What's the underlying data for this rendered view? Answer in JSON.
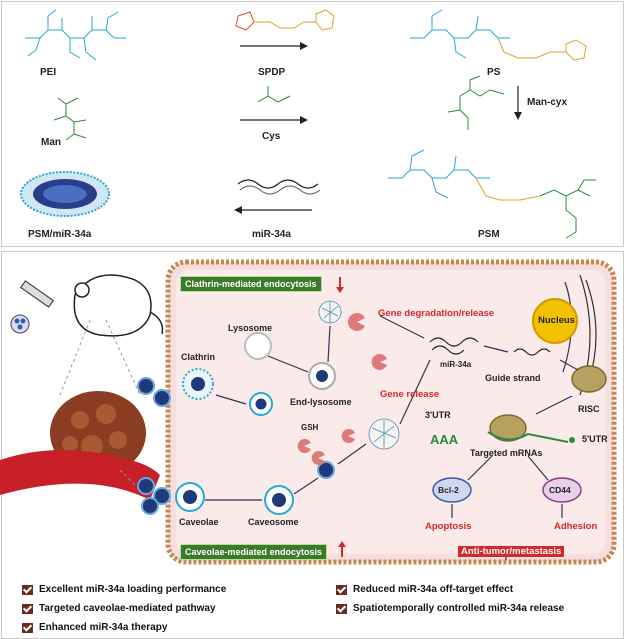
{
  "synthesis": {
    "pei": "PEI",
    "spdp": "SPDP",
    "ps": "PS",
    "man": "Man",
    "cys": "Cys",
    "man_cyx": "Man-cyx",
    "psm": "PSM",
    "psm_mir": "PSM/miR-34a",
    "mir": "miR-34a"
  },
  "pathway": {
    "clathrin_banner": "Clathrin-mediated endocytosis",
    "caveolae_banner": "Caveolae-mediated endocytosis",
    "lysosome": "Lysosome",
    "clathrin": "Clathrin",
    "end_lysosome": "End-lysosome",
    "gsh": "GSH",
    "caveolae": "Caveolae",
    "caveosome": "Caveosome",
    "gene_degradation": "Gene degradation/release",
    "mir34a": "miR-34a",
    "gene_release": "Gene release",
    "nucleus": "Nucleus",
    "guide_strand": "Guide strand",
    "risc": "RISC",
    "utr3": "3'UTR",
    "utr5": "5'UTR",
    "targeted_mrnas": "Targeted mRNAs",
    "bcl2": "Bcl-2",
    "cd44": "CD44",
    "apoptosis": "Apoptosis",
    "adhesion": "Adhesion",
    "anti_tumor": "Anti-tumor/metastasis"
  },
  "legend": [
    "Excellent miR-34a loading performance",
    "Reduced miR-34a off-target effect",
    "Targeted caveolae-mediated pathway",
    "Spatiotemporally controlled miR-34a release",
    "Enhanced miR-34a therapy"
  ],
  "colors": {
    "pei_blue": "#2aa6d8",
    "man_green": "#2c8a3a",
    "spdp_orange": "#e0502a",
    "accent_red": "#d6282c",
    "cell_pink": "#f7dede"
  }
}
